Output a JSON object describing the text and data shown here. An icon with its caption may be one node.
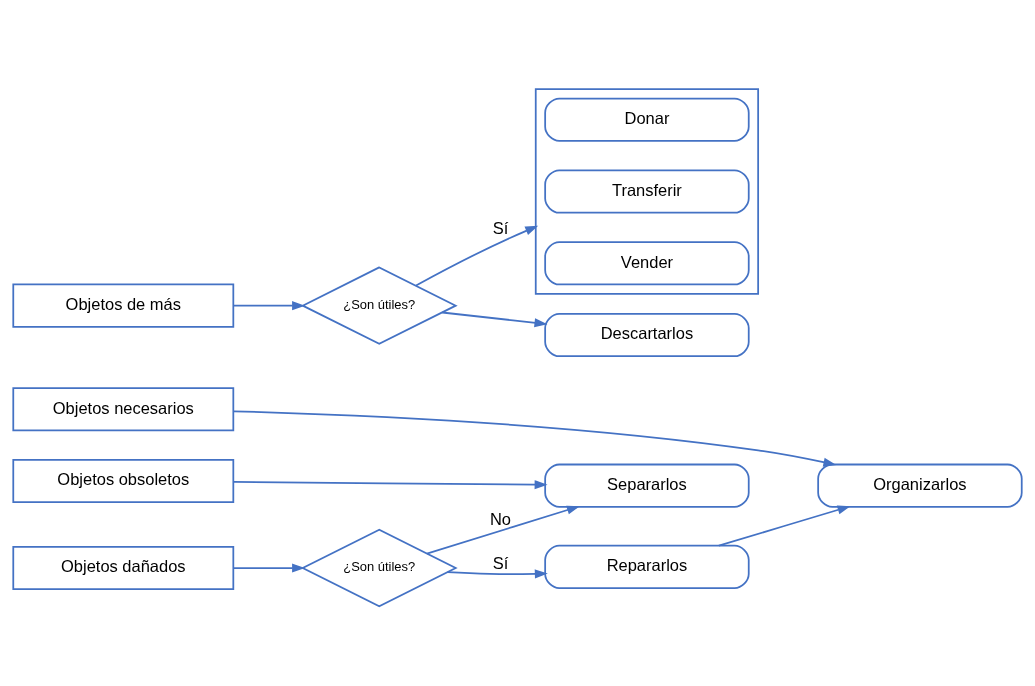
{
  "diagram": {
    "nodes": [
      {
        "text": [
          "Objetos necesarios"
        ]
      },
      {
        "text": [
          "Organizarlos"
        ]
      },
      {
        "text": [
          "Objetos dañados"
        ]
      },
      {
        "text": [
          "¿Son útiles?"
        ]
      },
      {
        "text": [
          "Repararlos"
        ]
      },
      {
        "text": [
          "Objetos obsoletos"
        ]
      },
      {
        "text": [
          "Separarlos"
        ]
      },
      {
        "text": [
          "Objetos de más"
        ]
      },
      {
        "text": [
          "¿Son útiles?"
        ]
      },
      {
        "text": [],
        "shape": "bracket"
      },
      {
        "text": [
          "Donar"
        ],
        "in": 9
      },
      {
        "text": [
          "Transferir"
        ],
        "in": 9
      },
      {
        "text": [
          "Vender"
        ],
        "in": 9
      },
      {
        "text": [
          "Descartarlos"
        ]
      }
    ],
    "edges": [
      {
        "from": 0,
        "to": 1,
        "arrow": "to"
      },
      {
        "from": 2,
        "to": 3,
        "arrow": "to"
      },
      {
        "from": 3,
        "to": 4,
        "arrow": "to",
        "label": "Sí"
      },
      {
        "from": 4,
        "to": 1,
        "arrow": "to"
      },
      {
        "from": 3,
        "to": 6,
        "arrow": "to",
        "label": "No"
      },
      {
        "from": 5,
        "to": 6,
        "arrow": "to"
      },
      {
        "from": 7,
        "to": 8,
        "arrow": "to"
      },
      {
        "from": 8,
        "to": 9,
        "arrow": "to",
        "label": "Sí"
      },
      {
        "from": 8,
        "to": 13,
        "arrow": "to"
      }
    ]
  }
}
